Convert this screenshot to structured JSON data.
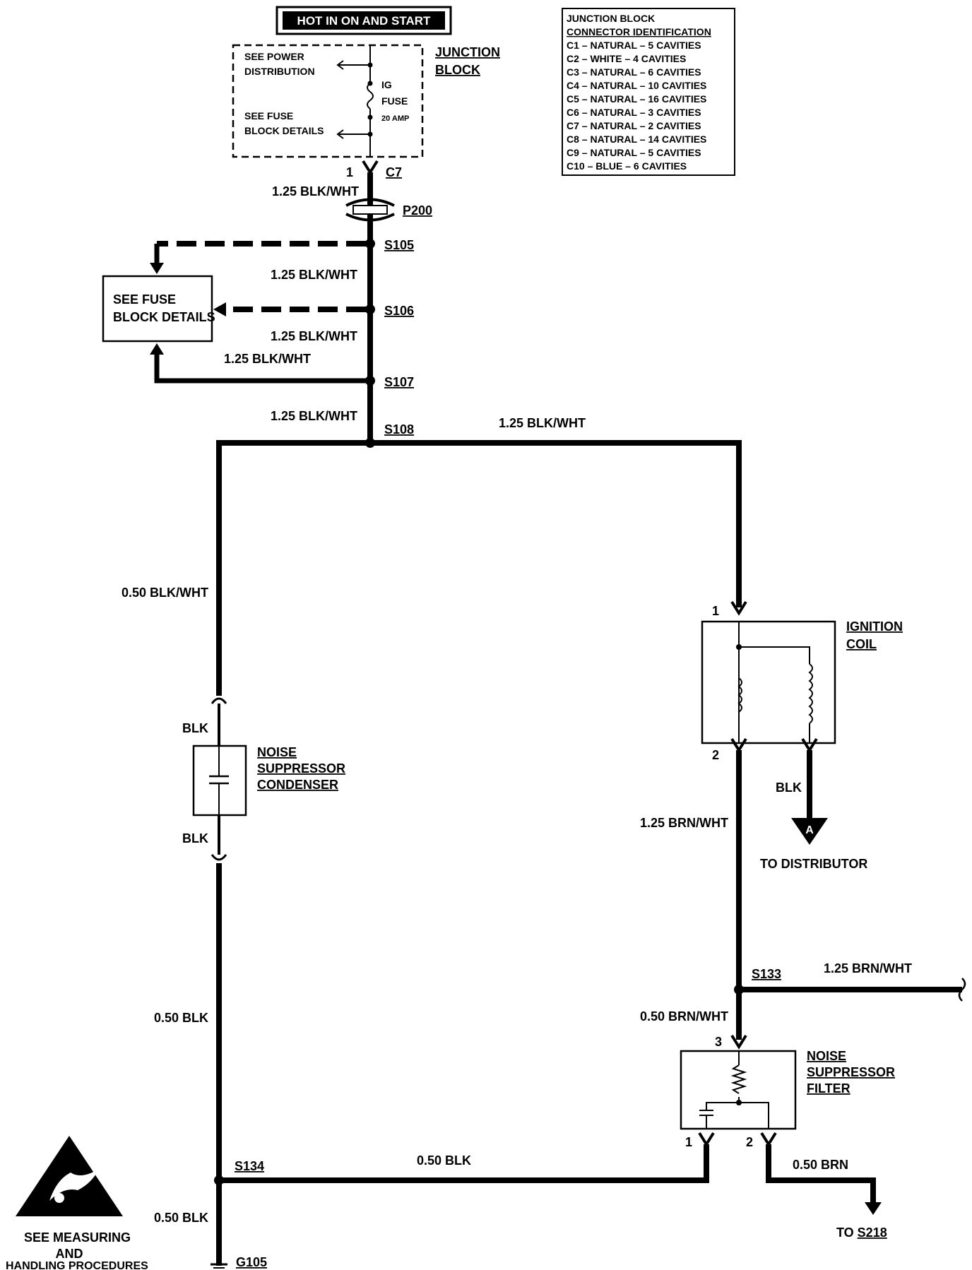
{
  "header": {
    "hot_label": "HOT IN ON AND START"
  },
  "junction_box": {
    "see_power": "SEE POWER",
    "distribution": "DISTRIBUTION",
    "ig": "IG",
    "fuse": "FUSE",
    "amp": "20 AMP",
    "see_fuse": "SEE FUSE",
    "block_details": "BLOCK DETAILS",
    "title_line1": "JUNCTION",
    "title_line2": "BLOCK",
    "pin": "1",
    "connector": "C7"
  },
  "conn_table": {
    "lines": [
      "JUNCTION BLOCK",
      "CONNECTOR IDENTIFICATION",
      "C1 – NATURAL – 5 CAVITIES",
      "C2 – WHITE – 4 CAVITIES",
      "C3 – NATURAL – 6 CAVITIES",
      "C4 – NATURAL – 10 CAVITIES",
      "C5 – NATURAL – 16 CAVITIES",
      "C6 – NATURAL – 3 CAVITIES",
      "C7 – NATURAL – 2 CAVITIES",
      "C8 – NATURAL – 14 CAVITIES",
      "C9 – NATURAL – 5 CAVITIES",
      "C10 – BLUE – 6 CAVITIES"
    ]
  },
  "wires": {
    "w_c7_p200": "1.25 BLK/WHT",
    "w_s105_s106": "1.25 BLK/WHT",
    "w_s106_s107": "1.25 BLK/WHT",
    "w_s107_branch": "1.25 BLK/WHT",
    "w_s107_s108": "1.25 BLK/WHT",
    "w_s108_right": "1.25 BLK/WHT",
    "w_left_upper": "0.50 BLK/WHT",
    "w_cond_top": "BLK",
    "w_cond_bottom": "BLK",
    "w_left_lower": "0.50 BLK",
    "w_ground": "0.50 BLK",
    "w_s134_filter": "0.50 BLK",
    "w_coil_blk": "BLK",
    "w_coil_s133": "1.25 BRN/WHT",
    "w_s133_right": "1.25 BRN/WHT",
    "w_s133_filter": "0.50 BRN/WHT",
    "w_filter_out": "0.50 BRN"
  },
  "splices": {
    "p200": "P200",
    "s105": "S105",
    "s106": "S106",
    "s107": "S107",
    "s108": "S108",
    "s133": "S133",
    "s134": "S134",
    "g105": "G105"
  },
  "fuse_block_box": {
    "line1": "SEE FUSE",
    "line2": "BLOCK DETAILS"
  },
  "ignition_coil": {
    "label1": "IGNITION",
    "label2": "COIL",
    "pin1": "1",
    "pin2": "2",
    "marker": "A",
    "to_distributor": "TO DISTRIBUTOR"
  },
  "condenser": {
    "label1": "NOISE",
    "label2": "SUPPRESSOR",
    "label3": "CONDENSER"
  },
  "filter": {
    "label1": "NOISE",
    "label2": "SUPPRESSOR",
    "label3": "FILTER",
    "pin3": "3",
    "pin1": "1",
    "pin2": "2",
    "to_prefix": "TO ",
    "to_splice": "S218"
  },
  "esd": {
    "line1": "SEE   MEASURING",
    "line2": "AND",
    "line3": "HANDLING PROCEDURES"
  },
  "colors": {
    "ink": "#000000",
    "paper": "#ffffff"
  }
}
